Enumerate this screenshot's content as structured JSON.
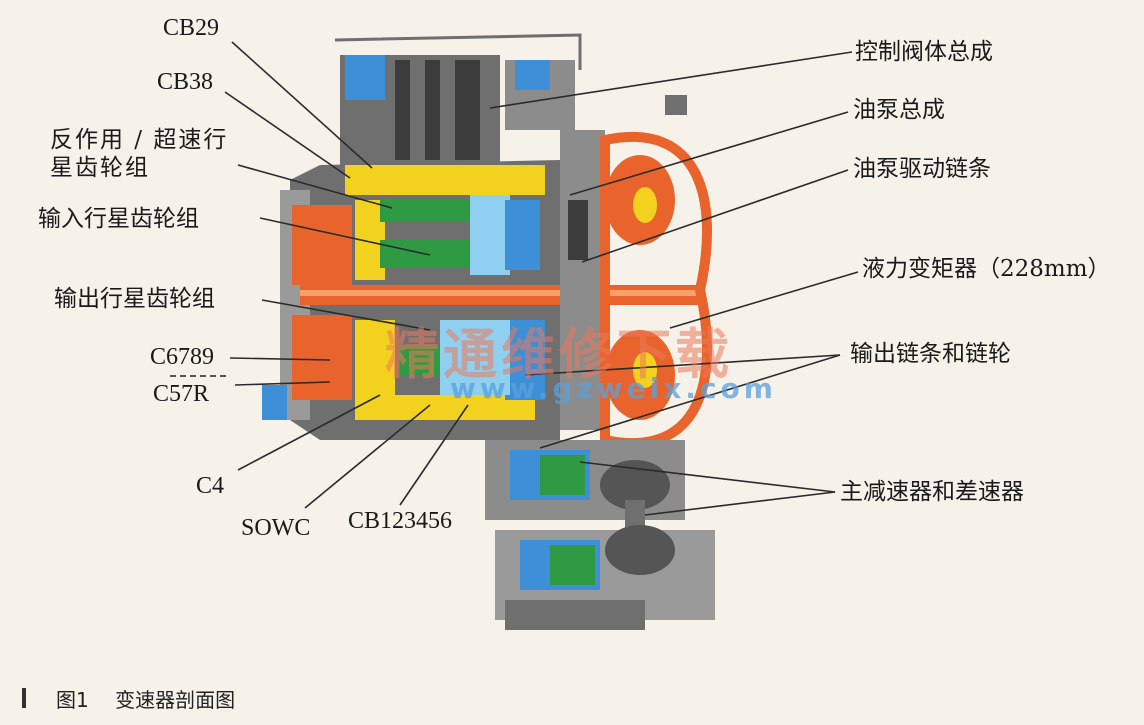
{
  "labels": {
    "cb29": "CB29",
    "cb38": "CB38",
    "reaction_overdrive": "反作用 / 超速行星齿轮组",
    "input_planetary": "输入行星齿轮组",
    "output_planetary": "输出行星齿轮组",
    "c6789": "C6789",
    "c57r": "C57R",
    "c4": "C4",
    "sowc": "SOWC",
    "cb123456": "CB123456",
    "control_valve": "控制阀体总成",
    "oil_pump": "油泵总成",
    "pump_chain": "油泵驱动链条",
    "torque_converter": "液力变矩器（228mm）",
    "output_chain": "输出链条和链轮",
    "final_drive": "主减速器和差速器"
  },
  "watermark": {
    "cn": "精通维修下载",
    "url": "www.gzweix.com"
  },
  "caption": {
    "figure": "图1",
    "title": "变速器剖面图"
  },
  "colors": {
    "background": "#f6f2e9",
    "steel": "#6f6f6f",
    "dark": "#3c3c3c",
    "orange": "#e8642c",
    "yellow": "#f2d21e",
    "green": "#2f9a44",
    "blue": "#3d8fd8",
    "lightblue": "#8fd0f0",
    "leader": "#2b2b2b"
  }
}
